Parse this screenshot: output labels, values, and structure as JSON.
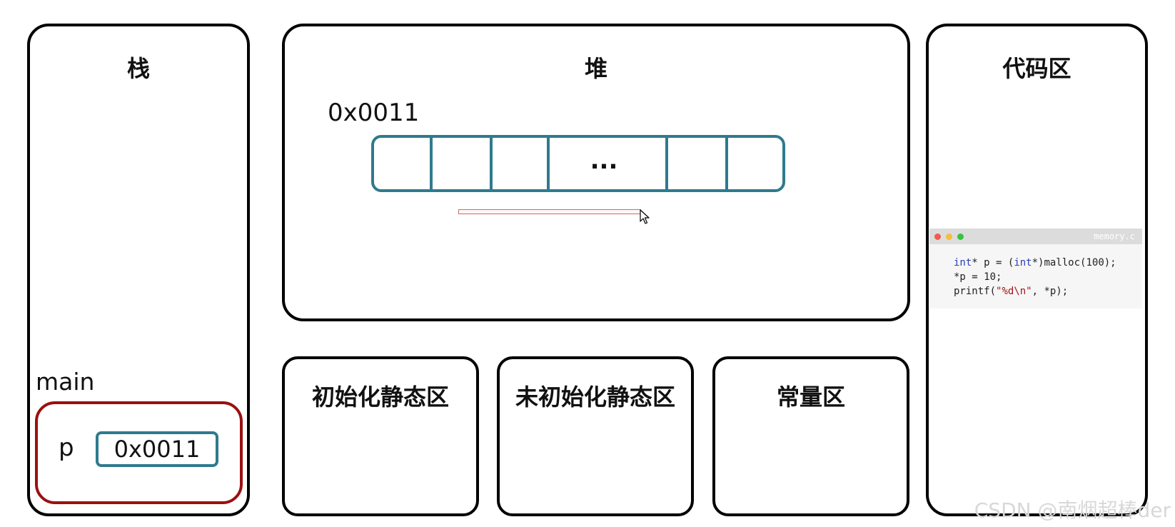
{
  "regions": {
    "stack": "栈",
    "heap": "堆",
    "code": "代码区",
    "init_static": "初始化静态区",
    "uninit_static": "未初始化静态区",
    "const": "常量区"
  },
  "stack_frame": {
    "function": "main",
    "variable": "p",
    "value": "0x0011"
  },
  "heap_block": {
    "address": "0x0011",
    "ellipsis": "..."
  },
  "code_window": {
    "filename": "memory.c",
    "line1": {
      "kw1": "int",
      "part2": "* p = (",
      "kw2": "int",
      "part4": "*)malloc(100);"
    },
    "line2": "*p = 10;",
    "line3": {
      "part1": "printf(",
      "str": "\"%d\\n\"",
      "part3": ", *p);"
    }
  },
  "watermark": "CSDN @南烟超棒der",
  "colors": {
    "border": "#000000",
    "stack_frame_border": "#9b1010",
    "heap_block_border": "#2f7a8d",
    "keyword": "#2a3fb5",
    "string": "#a31515"
  }
}
